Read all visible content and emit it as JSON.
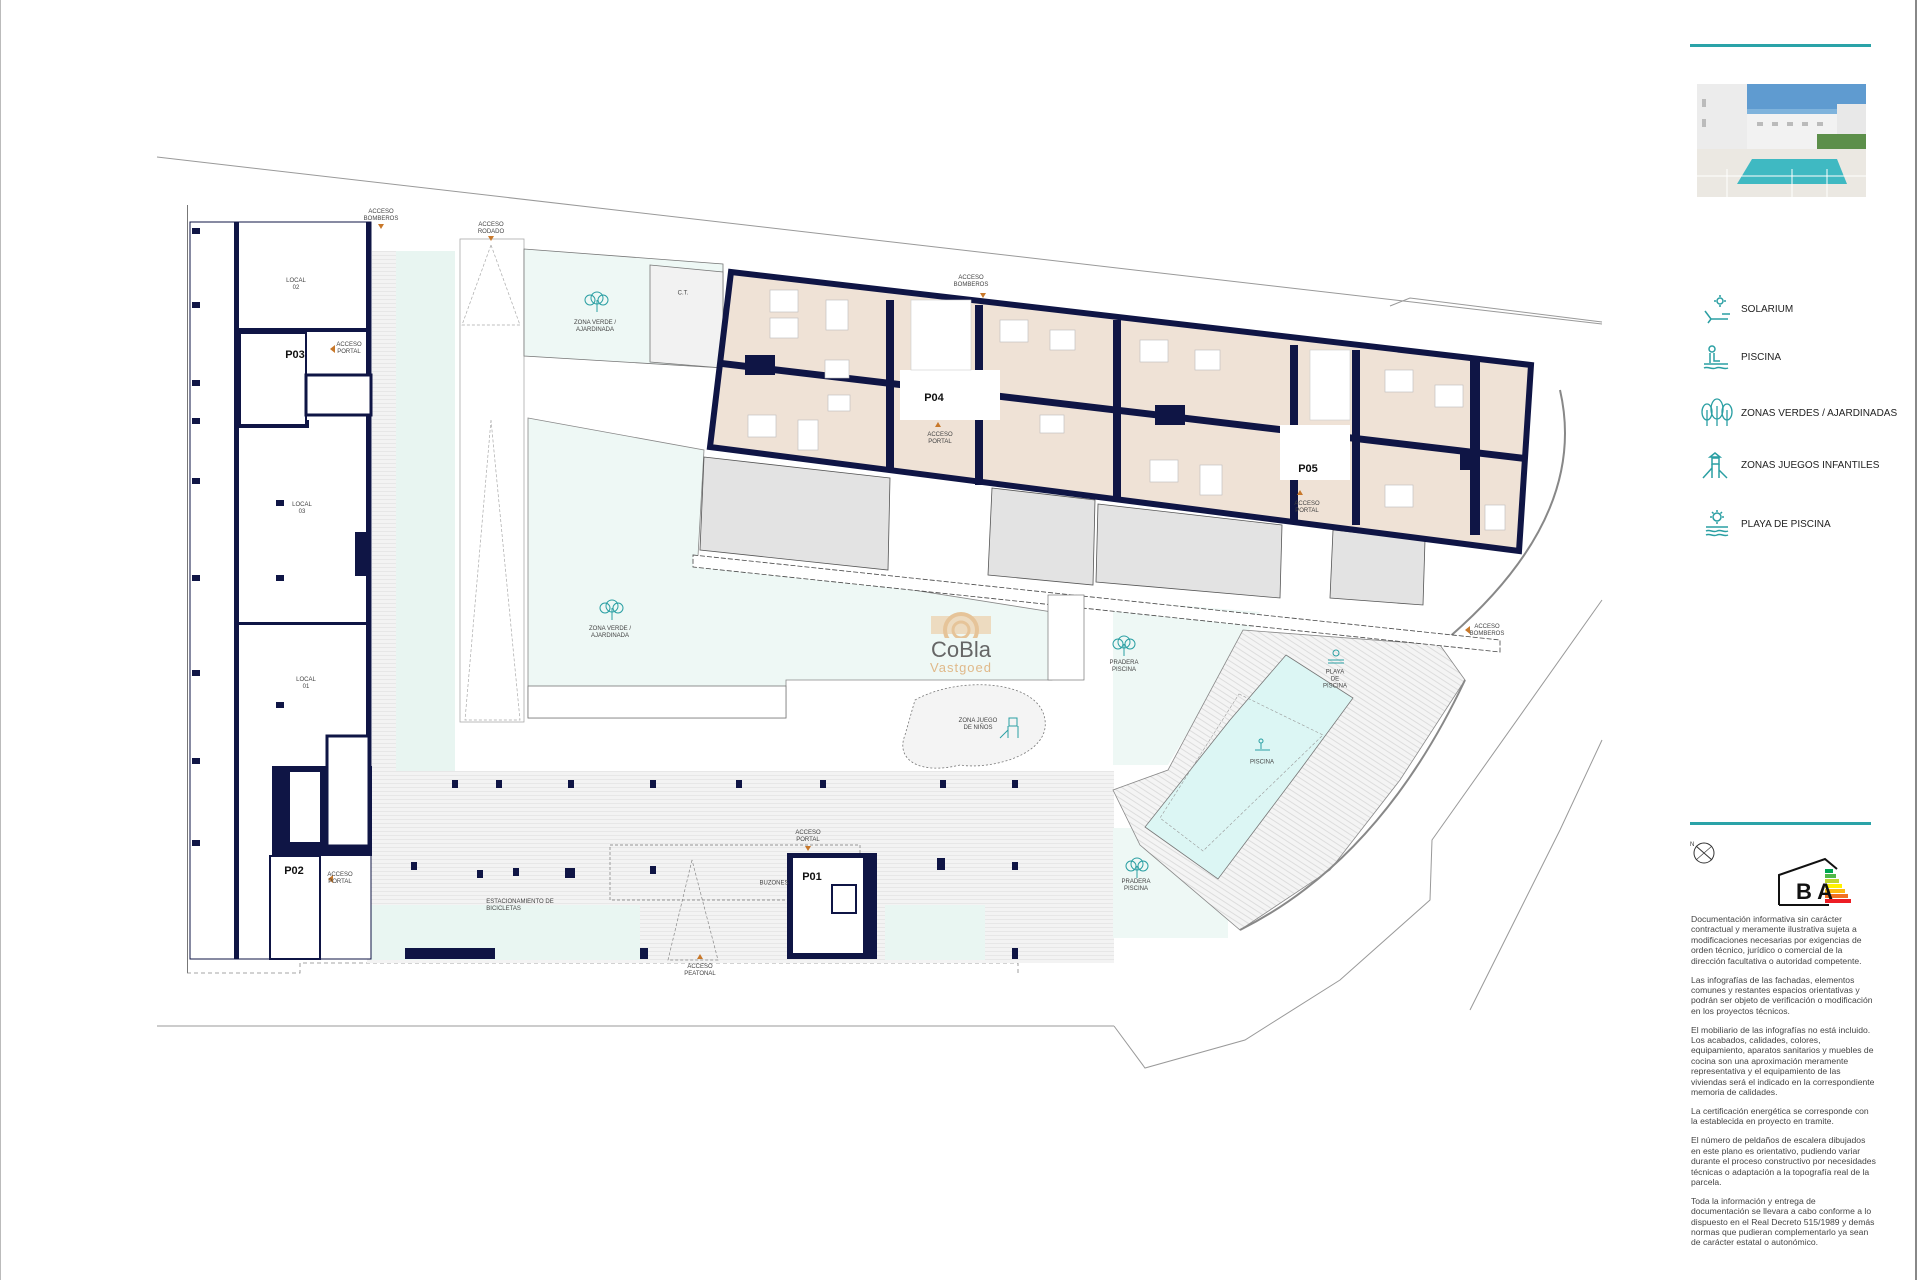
{
  "plan": {
    "portals": [
      "P01",
      "P02",
      "P03",
      "P04",
      "P05"
    ],
    "locals": [
      {
        "name": "LOCAL",
        "number": "02"
      },
      {
        "name": "LOCAL",
        "number": "03"
      },
      {
        "name": "LOCAL",
        "number": "01"
      }
    ],
    "labels": {
      "acceso_bomberos": "ACCESO\nBOMBEROS",
      "acceso_rodado": "ACCESO\nRODADO",
      "acceso_portal": "ACCESO\nPORTAL",
      "acceso_peatonal": "ACCESO\nPEATONAL",
      "ct": "C.T.",
      "zona_verde": "ZONA VERDE /\nAJARDINADA",
      "zona_juego": "ZONA JUEGO\nDE NIÑOS",
      "pradera_piscina": "PRADERA\nPISCINA",
      "playa_piscina": "PLAYA\nDE\nPISCINA",
      "piscina": "PISCINA",
      "bicicletas": "ESTACIONAMIENTO DE\nBICICLETAS",
      "buzones": "BUZONES"
    },
    "colors": {
      "wall": "#0f1545",
      "apartment": "#efe2d6",
      "green": "#eef8f5",
      "pool": "#dcf6f4",
      "deck": "#f1f1f1",
      "terrace": "#e3e3e3",
      "accent": "#2a9fa3",
      "access_marker": "#c8782a"
    }
  },
  "watermark": {
    "line1": "CoBla",
    "line2": "Vastgoed"
  },
  "sidebar": {
    "legend": [
      {
        "icon": "solarium-icon",
        "label": "SOLARIUM"
      },
      {
        "icon": "pool-swimmer-icon",
        "label": "PISCINA"
      },
      {
        "icon": "trees-icon",
        "label": "ZONAS VERDES / AJARDINADAS"
      },
      {
        "icon": "playground-slide-icon",
        "label": "ZONAS JUEGOS INFANTILES"
      },
      {
        "icon": "pool-beach-icon",
        "label": "PLAYA DE PISCINA"
      }
    ],
    "energy_label": {
      "letters": "B A"
    },
    "disclaimer": [
      "Documentación informativa sin carácter contractual y meramente ilustrativa sujeta a modificaciones necesarias por exigencias de orden técnico, jurídico o comercial de la dirección facultativa o autoridad competente.",
      "Las infografías de las fachadas, elementos comunes y restantes espacios orientativas y podrán ser objeto de verificación o modificación en los proyectos técnicos.",
      "El mobiliario de las infografías no está incluido. Los acabados, calidades, colores, equipamiento, aparatos sanitarios y muebles de cocina son una aproximación meramente representativa y el equipamiento de las viviendas será el indicado en la correspondiente memoria de calidades.",
      "La certificación energética se corresponde con la establecida en proyecto en tramite.",
      "El número de peldaños de escalera dibujados en este plano es orientativo, pudiendo variar durante el proceso constructivo por necesidades técnicas o adaptación a la topografía real de la parcela.",
      "Toda la información y entrega de documentación se llevara a cabo conforme a lo dispuesto en el Real Decreto 515/1989 y demás normas que pudieran complementarlo ya sean de carácter estatal o autonómico."
    ]
  }
}
